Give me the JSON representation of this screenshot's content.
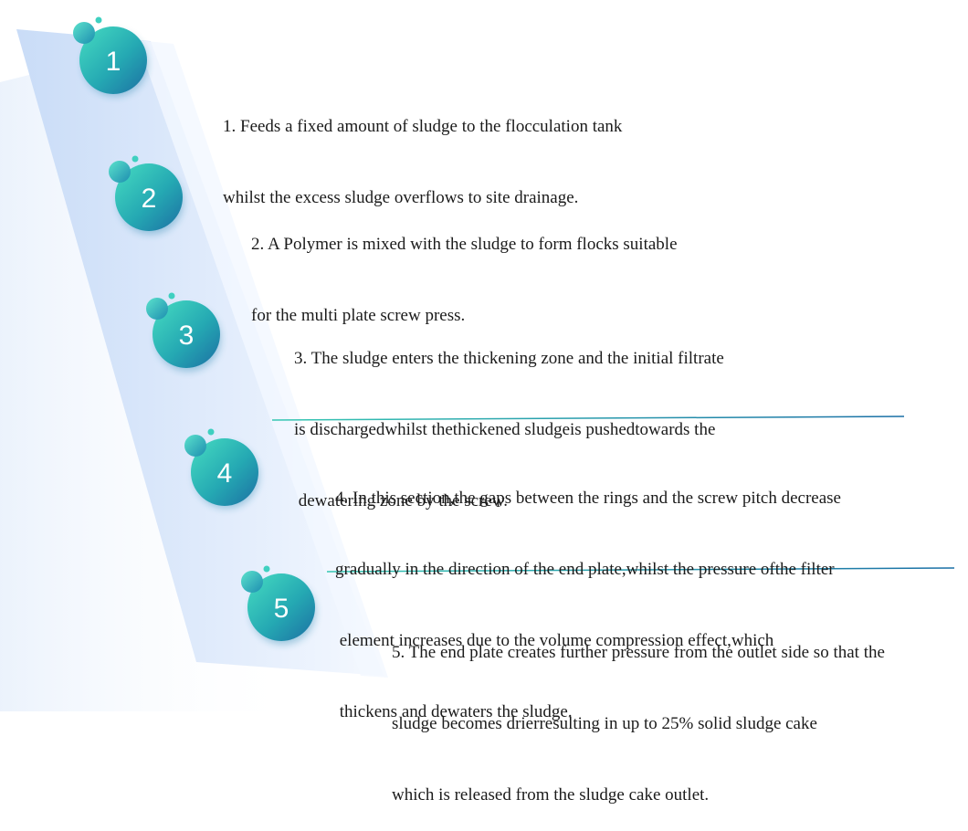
{
  "steps": [
    {
      "number": "1",
      "lines": [
        "1. Feeds a fixed amount of sludge to the flocculation tank",
        "whilst the excess sludge overflows to site drainage."
      ]
    },
    {
      "number": "2",
      "lines": [
        "2. A Polymer is mixed with the sludge to form flocks suitable",
        "for the multi plate screw press."
      ]
    },
    {
      "number": "3",
      "lines": [
        "3. The sludge enters the thickening zone and the initial filtrate",
        "is dischargedwhilst thethickened sludgeis pushedtowards the",
        " dewatering zone by the screw."
      ]
    },
    {
      "number": "4",
      "lines": [
        "4. In this section,the gaps between the rings and the screw pitch decrease",
        "gradually in the direction of the end plate,whilst the pressure ofthe filter",
        " element increases due to the volume compression effect,which",
        " thickens and dewaters the sludge."
      ]
    },
    {
      "number": "5",
      "lines": [
        "5. The end plate creates further pressure from the outlet side so that the",
        "sludge becomes drierresulting in up to 25% solid sludge cake",
        "which is released from the sludge cake outlet."
      ]
    }
  ],
  "colors": {
    "bubble_light": "#3fd9c0",
    "bubble_dark": "#1e7fa8",
    "line_start": "#36c7b3",
    "line_end": "#1a6fa6",
    "band": "#dbe8fb"
  }
}
